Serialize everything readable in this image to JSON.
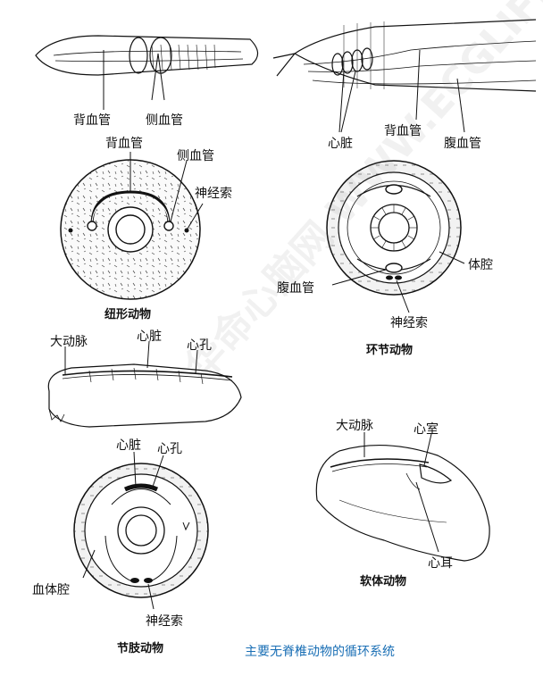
{
  "colors": {
    "ink": "#111111",
    "title": "#1a6fb5",
    "watermark": "#9a9a9a"
  },
  "figure_title": "主要无脊椎动物的循环系统",
  "watermark": "华命心脑网 WWW.ECGLIFE.COM",
  "nemertean": {
    "caption": "纽形动物",
    "labels": {
      "dorsal_vessel": "背血管",
      "lateral_vessel": "侧血管",
      "dorsal_vessel_2": "背血管",
      "lateral_vessel_2": "侧血管",
      "nerve_cord": "神经索"
    }
  },
  "annelid": {
    "caption": "环节动物",
    "labels": {
      "heart": "心脏",
      "dorsal_vessel": "背血管",
      "ventral_vessel": "腹血管",
      "coelom": "体腔",
      "ventral_vessel_2": "腹血管",
      "nerve_cord": "神经索"
    }
  },
  "arthropod": {
    "caption": "节肢动物",
    "labels": {
      "aorta": "大动脉",
      "heart": "心脏",
      "ostium": "心孔",
      "heart_2": "心脏",
      "ostium_2": "心孔",
      "hemocoel": "血体腔",
      "nerve_cord": "神经索"
    }
  },
  "mollusc": {
    "caption": "软体动物",
    "labels": {
      "aorta": "大动脉",
      "ventricle": "心室",
      "atrium": "心耳"
    }
  }
}
